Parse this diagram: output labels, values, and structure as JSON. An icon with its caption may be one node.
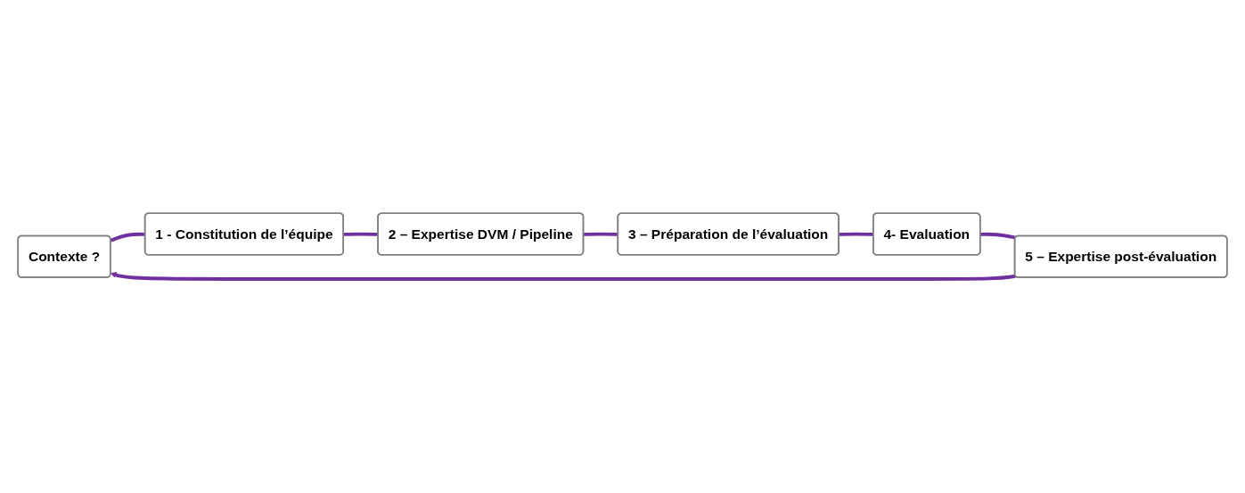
{
  "diagram": {
    "nodes": [
      {
        "text": [
          "Contexte ?"
        ]
      },
      {
        "text": [
          "1 - Constitution de l’équipe"
        ]
      },
      {
        "text": [
          "2 – Expertise DVM / Pipeline"
        ]
      },
      {
        "text": [
          "3 – Préparation de l’évaluation"
        ]
      },
      {
        "text": [
          "4- Evaluation"
        ]
      },
      {
        "text": [
          "5 – Expertise post-évaluation"
        ]
      }
    ],
    "edges": [
      {
        "from": 0,
        "to": 1,
        "arrow": "none"
      },
      {
        "from": 1,
        "to": 2,
        "arrow": "none"
      },
      {
        "from": 2,
        "to": 3,
        "arrow": "none"
      },
      {
        "from": 3,
        "to": 4,
        "arrow": "none"
      },
      {
        "from": 4,
        "to": 5,
        "arrow": "none"
      },
      {
        "from": 5,
        "to": 0,
        "arrow": "to"
      }
    ]
  }
}
